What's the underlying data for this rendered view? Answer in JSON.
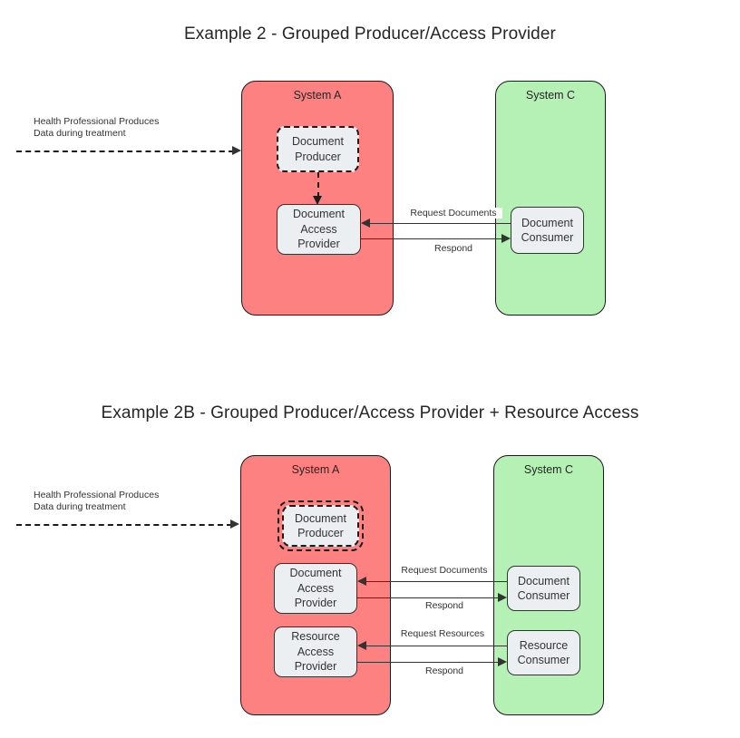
{
  "diagrams": [
    {
      "title": "Example 2 - Grouped Producer/Access Provider",
      "systems": [
        {
          "key": "system_a",
          "label": "System A",
          "color": "#fd8181"
        },
        {
          "key": "system_c",
          "label": "System C",
          "color": "#b5f0b4"
        }
      ],
      "nodes": [
        {
          "key": "document_producer",
          "line1": "Document",
          "line2": "Producer",
          "line3": "",
          "style": "dashed",
          "fill": "#eceff1"
        },
        {
          "key": "document_access_provider",
          "line1": "Document",
          "line2": "Access",
          "line3": "Provider",
          "style": "solid",
          "fill": "#eceff1"
        },
        {
          "key": "document_consumer",
          "line1": "Document",
          "line2": "Consumer",
          "line3": "",
          "style": "solid",
          "fill": "#eceff1"
        }
      ],
      "note": "Health Professional Produces\nData during treatment",
      "edges": [
        {
          "key": "request_documents",
          "label": "Request Documents",
          "direction": "left"
        },
        {
          "key": "respond_documents",
          "label": "Respond",
          "direction": "right"
        }
      ]
    },
    {
      "title": "Example 2B - Grouped Producer/Access Provider + Resource Access",
      "systems": [
        {
          "key": "system_a",
          "label": "System A",
          "color": "#fd8181"
        },
        {
          "key": "system_c",
          "label": "System C",
          "color": "#b5f0b4"
        }
      ],
      "nodes": [
        {
          "key": "document_producer",
          "line1": "Document",
          "line2": "Producer",
          "line3": "",
          "style": "dashed-nested",
          "fill": "#eceff1"
        },
        {
          "key": "document_access_provider",
          "line1": "Document",
          "line2": "Access",
          "line3": "Provider",
          "style": "solid",
          "fill": "#eceff1"
        },
        {
          "key": "resource_access_provider",
          "line1": "Resource",
          "line2": "Access",
          "line3": "Provider",
          "style": "solid",
          "fill": "#eceff1"
        },
        {
          "key": "document_consumer",
          "line1": "Document",
          "line2": "Consumer",
          "line3": "",
          "style": "solid",
          "fill": "#eceff1"
        },
        {
          "key": "resource_consumer",
          "line1": "Resource",
          "line2": "Consumer",
          "line3": "",
          "style": "solid",
          "fill": "#eceff1"
        }
      ],
      "note": "Health Professional Produces\nData during treatment",
      "edges": [
        {
          "key": "request_documents",
          "label": "Request Documents",
          "direction": "left"
        },
        {
          "key": "respond_documents",
          "label": "Respond",
          "direction": "right"
        },
        {
          "key": "request_resources",
          "label": "Request Resources",
          "direction": "left"
        },
        {
          "key": "respond_resources",
          "label": "Respond",
          "direction": "right"
        }
      ]
    }
  ],
  "colors": {
    "system_a_fill": "#fd8181",
    "system_c_fill": "#b5f0b4",
    "node_fill": "#eceff1",
    "stroke": "#333333",
    "text": "#333333",
    "background": "#ffffff"
  }
}
